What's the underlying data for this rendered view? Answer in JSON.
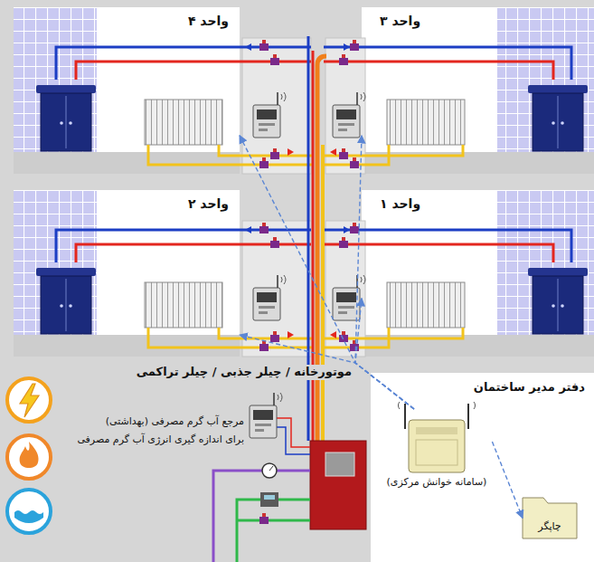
{
  "diagram": {
    "nodes": [
      {
        "text": [
          "واحد ۴"
        ]
      },
      {
        "text": [
          "واحد ۳"
        ]
      },
      {
        "text": [
          "واحد ۲"
        ]
      },
      {
        "text": [
          "واحد ۱"
        ]
      },
      {
        "text": [
          "دفتر مدیر ساختمان"
        ]
      },
      {
        "text": [
          "(سامانه خوانش مرکزی)"
        ],
        "in": 4
      },
      {
        "text": [
          "چاپگر"
        ],
        "in": 4
      }
    ],
    "edges": [
      {
        "from": 5,
        "to": 0,
        "arrow": "to"
      },
      {
        "from": 5,
        "to": 1,
        "arrow": "to"
      },
      {
        "from": 5,
        "to": 2,
        "arrow": "to"
      },
      {
        "from": 5,
        "to": 3,
        "arrow": "to"
      },
      {
        "from": 5,
        "to": 6,
        "arrow": "to"
      }
    ],
    "labels": [
      "موتورخانه / چیلر جذبی / چیلر تراکمی",
      "مرجع آب گرم مصرفی (بهداشتی)",
      "برای اندازه گیری انرژی آب گرم مصرفی"
    ]
  }
}
